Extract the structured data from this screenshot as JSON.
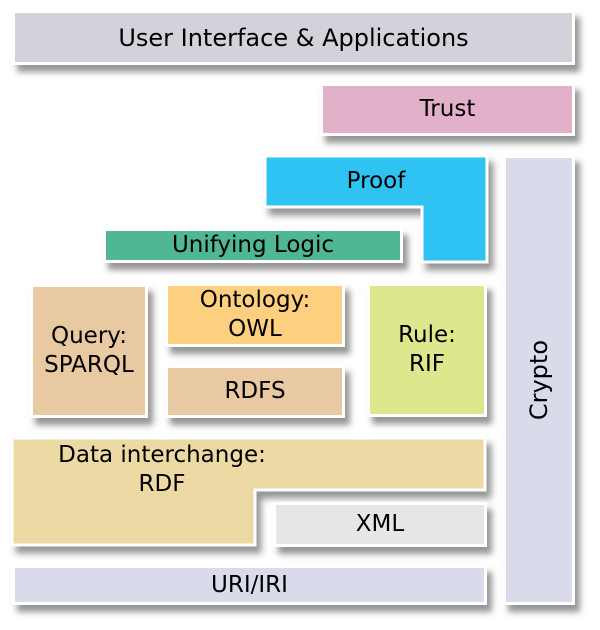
{
  "diagram": {
    "background": "#ffffff",
    "text_color": "#000000",
    "shadow_color": "rgba(62,62,62,0.55)",
    "border_color": "#ffffff"
  },
  "blocks": {
    "ui": {
      "label": "User Interface & Applications",
      "color": "#d2d3da"
    },
    "trust": {
      "label": "Trust",
      "color": "#e2b1c9"
    },
    "proof": {
      "label": "Proof",
      "color": "#2ec3f2"
    },
    "unifying_logic": {
      "label": "Unifying Logic",
      "color": "#4fb795"
    },
    "query": {
      "line1": "Query:",
      "line2": "SPARQL",
      "color": "#e9c9a1"
    },
    "ontology": {
      "line1": "Ontology:",
      "line2": "OWL",
      "color": "#fcd07e"
    },
    "rdfs": {
      "label": "RDFS",
      "color": "#e9c9a1"
    },
    "rule": {
      "line1": "Rule:",
      "line2": "RIF",
      "color": "#dfe78e"
    },
    "crypto": {
      "label": "Crypto",
      "color": "#d9daea"
    },
    "data_interchange": {
      "line1": "Data interchange:",
      "line2": "RDF",
      "color": "#edd9a3"
    },
    "xml": {
      "label": "XML",
      "color": "#e6e6e6"
    },
    "uri": {
      "label": "URI/IRI",
      "color": "#d9daea"
    }
  }
}
